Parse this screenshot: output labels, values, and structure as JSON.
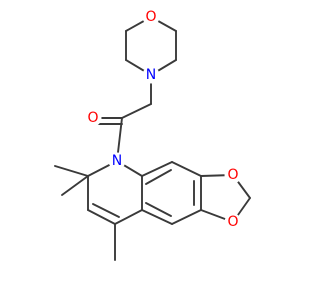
{
  "colors": {
    "bond": "#3a3a3a",
    "oxygen": "#ff0000",
    "nitrogen": "#0000ff",
    "background": "#ffffff"
  },
  "atoms": [
    {
      "id": "o-morpholine",
      "label": "O",
      "element": "oxygen"
    },
    {
      "id": "n-morpholine",
      "label": "N",
      "element": "nitrogen"
    },
    {
      "id": "o-carbonyl",
      "label": "O",
      "element": "oxygen"
    },
    {
      "id": "n-ring",
      "label": "N",
      "element": "nitrogen"
    },
    {
      "id": "o-dioxole-top",
      "label": "O",
      "element": "oxygen"
    },
    {
      "id": "o-dioxole-bottom",
      "label": "O",
      "element": "oxygen"
    }
  ]
}
